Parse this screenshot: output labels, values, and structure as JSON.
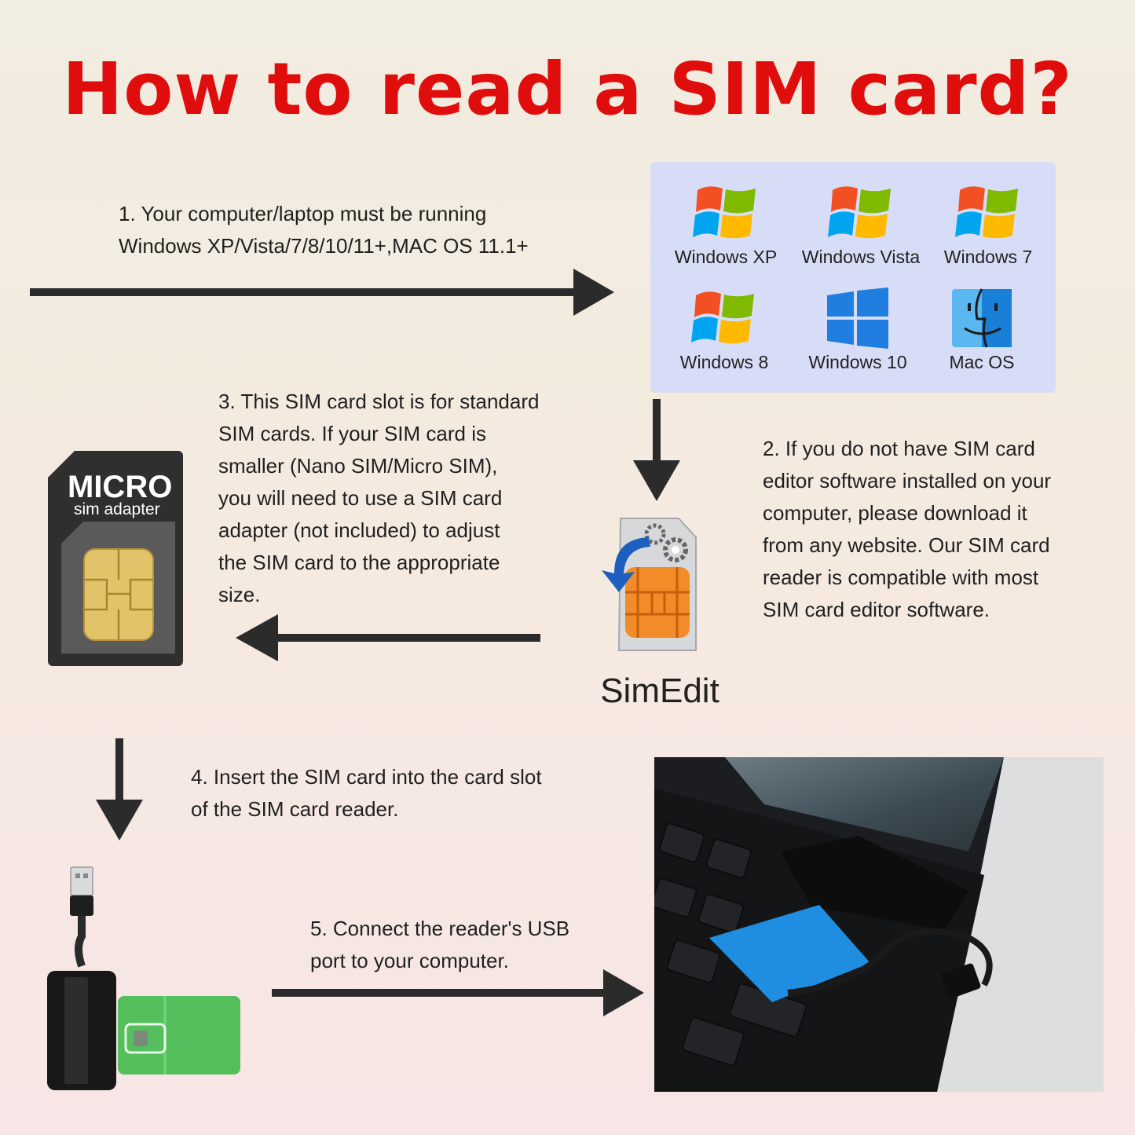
{
  "title": "How to read a SIM card?",
  "steps": {
    "step1": "1. Your computer/laptop must be running\nWindows XP/Vista/7/8/10/11+,MAC OS 11.1+",
    "step2": "2. If you do not have SIM card\neditor software installed on your\ncomputer, please download it\nfrom any website. Our SIM card\nreader is compatible with most\nSIM card editor software.",
    "step3": "3. This SIM card slot is for standard\nSIM cards. If your SIM card is\nsmaller (Nano SIM/Micro SIM),\nyou will need to use a SIM card\nadapter (not included) to adjust\nthe SIM card to the appropriate\nsize.",
    "step4": "4. Insert the SIM card into the card slot\nof the SIM card reader.",
    "step5": "5. Connect the reader's USB\nport to your computer."
  },
  "os_list": [
    {
      "label": "Windows XP",
      "icon": "windows-flag-icon"
    },
    {
      "label": "Windows Vista",
      "icon": "windows-flag-icon"
    },
    {
      "label": "Windows 7",
      "icon": "windows-flag-icon"
    },
    {
      "label": "Windows 8",
      "icon": "windows-flag-icon"
    },
    {
      "label": "Windows 10",
      "icon": "windows-10-icon"
    },
    {
      "label": "Mac OS",
      "icon": "finder-icon"
    }
  ],
  "simedit": {
    "label": "SimEdit"
  },
  "micro_adapter": {
    "title": "MICRO",
    "subtitle": "sim adapter"
  },
  "colors": {
    "title": "#e00d0d",
    "arrow": "#2b2b2b",
    "os_panel": "#d7ddf6",
    "sim_green": "#55bf5e"
  }
}
